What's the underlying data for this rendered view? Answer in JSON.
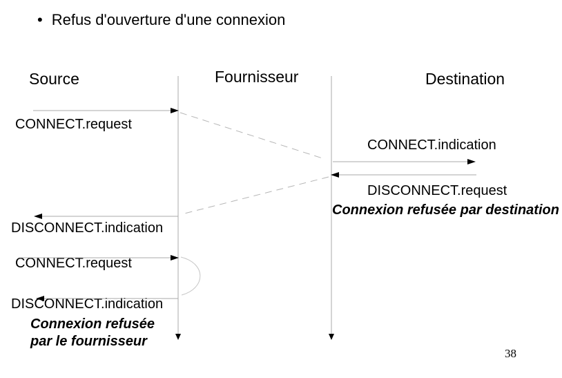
{
  "slide": {
    "title_bullet": "•",
    "title": "Refus d'ouverture d'une connexion",
    "page_number": "38"
  },
  "columns": {
    "source": "Source",
    "provider": "Fournisseur",
    "destination": "Destination"
  },
  "messages": {
    "connect_request_1": "CONNECT.request",
    "connect_indication": "CONNECT.indication",
    "disconnect_request": "DISCONNECT.request",
    "disconnect_indication_1": "DISCONNECT.indication",
    "connect_request_2": "CONNECT.request",
    "disconnect_indication_2": "DISCONNECT.indication"
  },
  "annotations": {
    "refused_by_destination": "Connexion refusée par destination",
    "refused_by_provider_line1": "Connexion refusée",
    "refused_by_provider_line2": "par le fournisseur"
  },
  "colors": {
    "line": "#a8a8a8",
    "dashed_line": "#b5b5b5",
    "loop_line": "#c6c6c6",
    "arrowhead": "#000000",
    "text": "#000000",
    "background": "#ffffff"
  }
}
